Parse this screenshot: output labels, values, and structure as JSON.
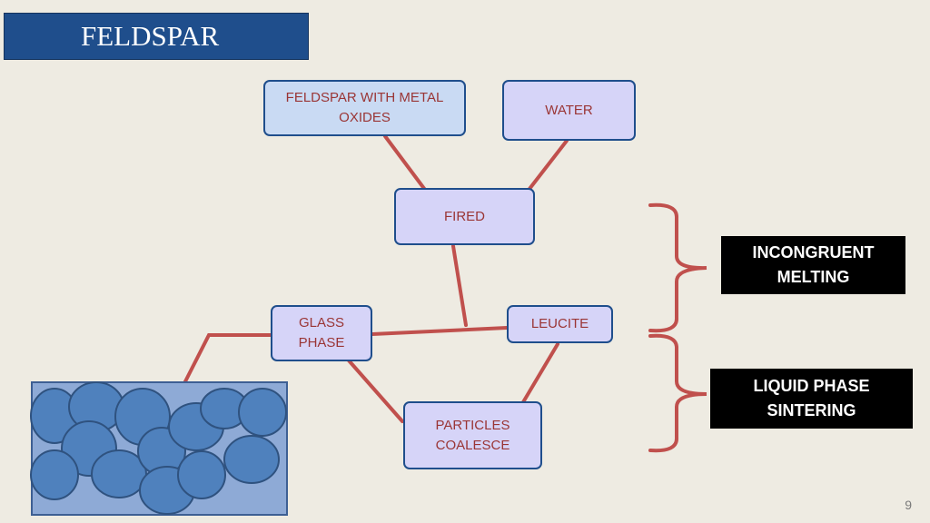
{
  "title": "FELDSPAR",
  "nodes": {
    "feldspar_metal_oxides": "FELDSPAR WITH METAL OXIDES",
    "water": "WATER",
    "fired": "FIRED",
    "glass_phase": "GLASS PHASE",
    "leucite": "LEUCITE",
    "particles_coalesce": "PARTICLES COALESCE"
  },
  "labels": {
    "incongruent_melting": "INCONGRUENT MELTING",
    "liquid_phase_sintering": "LIQUID PHASE SINTERING"
  },
  "page_number": "9",
  "colors": {
    "title_bg": "#1F4E8C",
    "node_fill": "#D6D4F8",
    "node_text": "#9A3535",
    "connector": "#C0504D",
    "illustration_bg": "#8EAAD6",
    "particle": "#4F81BD"
  }
}
